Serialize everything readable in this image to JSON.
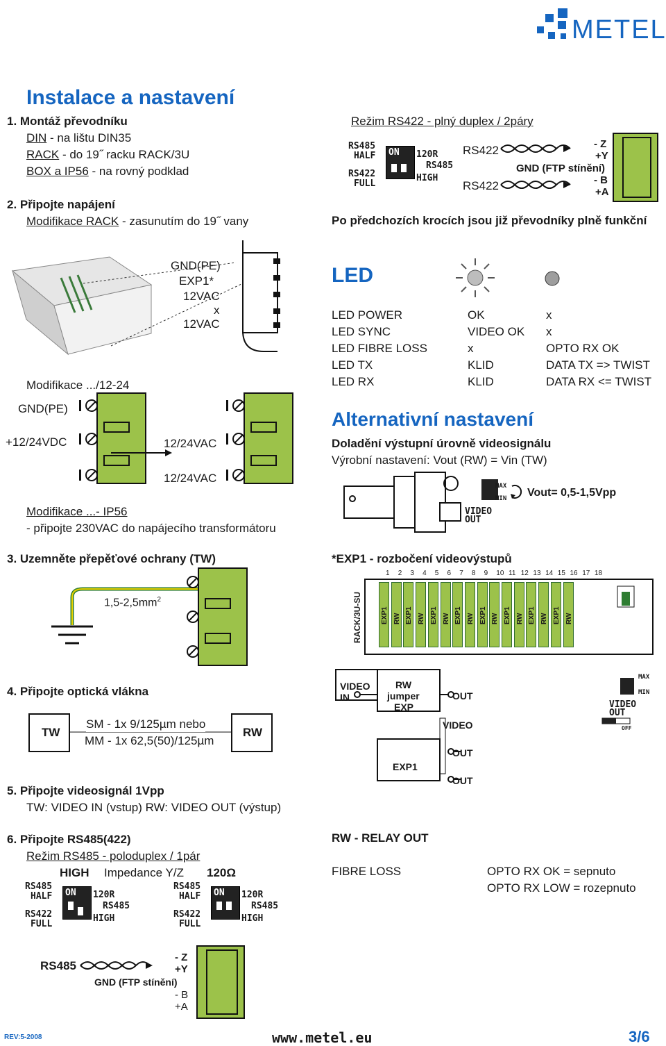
{
  "header": {
    "brand": "METEL"
  },
  "title": "Instalace a nastavení",
  "step1": {
    "heading": "1.  Montáž převodníku",
    "din": "DIN",
    "din_rest": " - na lištu DIN35",
    "rack": "RACK",
    "rack_rest": " - do 19˝ racku RACK/3U",
    "box": "BOX a IP56",
    "box_rest": " - na rovný podklad"
  },
  "step2": {
    "heading": "2.  Připojte napájení",
    "mod_rack": "Modifikace RACK",
    "mod_rack_rest": " - zasunutím do 19˝ vany"
  },
  "rs422_mode": {
    "title": "Režim RS422 - plný duplex / 2páry",
    "rs422_a": "RS422",
    "rs422_b": "RS422",
    "minus_z": "- Z",
    "plus_y": "+Y",
    "gnd": "GND (FTP stínění)",
    "minus_b": "- B",
    "plus_a": "+A",
    "result": "Po předchozích krocích jsou již převodníky plně funkční"
  },
  "dip": {
    "rs485": "RS485",
    "half": "HALF",
    "rs422": "RS422",
    "full": "FULL",
    "on": "ON",
    "r120": "120R",
    "rs485b": "RS485",
    "high": "HIGH"
  },
  "power": {
    "gnd_pe": "GND(PE)",
    "exp1": "EXP1*",
    "vac1": "12VAC",
    "x": "x",
    "vac2": "12VAC",
    "mod_12_24": "Modifikace .../12-24",
    "gnd_pe2": "GND(PE)",
    "vdc": "+12/24VDC",
    "vac24a": "12/24VAC",
    "vac24b": "12/24VAC",
    "mod_ip56": "Modifikace ...- IP56",
    "ip56_note": "- připojte 230VAC do napájecího transformátoru"
  },
  "led": {
    "title": "LED",
    "rows": [
      {
        "name": "LED POWER",
        "on": "OK",
        "off": "x"
      },
      {
        "name": "LED SYNC",
        "on": "VIDEO OK",
        "off": "x"
      },
      {
        "name": "LED FIBRE LOSS",
        "on": "x",
        "off": "OPTO RX OK"
      },
      {
        "name": "LED TX",
        "on": "KLID",
        "off": "DATA TX  => TWIST"
      },
      {
        "name": "LED RX",
        "on": "KLID",
        "off": "DATA RX  <= TWIST"
      }
    ]
  },
  "alt": {
    "title": "Alternativní nastavení",
    "subtitle": "Doladění výstupní úrovně videosignálu",
    "factory": "Výrobní nastavení:  Vout (RW) = Vin (TW)",
    "max": "MAX",
    "min": "MIN",
    "vout": "Vout= 0,5-1,5Vpp",
    "video": "VIDEO",
    "out": "OUT"
  },
  "step3": {
    "heading": "3.  Uzemněte přepěťové ochrany (TW)",
    "wire": "1,5-2,5mm",
    "sup": "2"
  },
  "exp1_split": {
    "title": "*EXP1 - rozbočení videovýstupů",
    "numbers": [
      "1",
      "2",
      "3",
      "4",
      "5",
      "6",
      "7",
      "8",
      "9",
      "10",
      "11",
      "12",
      "13",
      "14",
      "15",
      "16",
      "17",
      "18"
    ],
    "rack_label": "RACK/3U-SU",
    "cards": [
      "EXP1",
      "RW",
      "EXP1",
      "RW",
      "EXP1",
      "RW",
      "EXP1",
      "RW",
      "EXP1",
      "RW",
      "EXP1",
      "RW",
      "EXP1",
      "RW",
      "EXP1",
      "RW"
    ]
  },
  "step4": {
    "heading": "4.  Připojte optická vlákna",
    "tw": "TW",
    "sm": "SM - 1x 9/125µm nebo",
    "mm": "MM - 1x 62,5(50)/125µm",
    "rw": "RW"
  },
  "jumper": {
    "video_in": "VIDEO",
    "in": "IN",
    "rw": "RW",
    "jumper": "jumper",
    "exp": "EXP",
    "out1": "OUT",
    "video": "VIDEO",
    "out2": "OUT",
    "exp1": "EXP1",
    "out3": "OUT",
    "max": "MAX",
    "min": "MIN",
    "video2": "VIDEO",
    "out4": "OUT",
    "off": "OFF"
  },
  "step5": {
    "heading": "5.  Připojte videosignál 1Vpp",
    "text": "TW: VIDEO IN (vstup)    RW: VIDEO OUT (výstup)"
  },
  "step6": {
    "heading": "6.  Připojte RS485(422)",
    "mode": "Režim RS485 - poloduplex / 1pár",
    "high": "HIGH",
    "imp": "Impedance Y/Z",
    "ohm": "120Ω"
  },
  "relay": {
    "title": "RW - RELAY OUT",
    "fibre": "FIBRE LOSS",
    "ok": "OPTO RX OK = sepnuto",
    "low": "OPTO RX LOW = rozepnuto"
  },
  "rs485_wire": {
    "rs485": "RS485",
    "minus_z": "- Z",
    "plus_y": "+Y",
    "gnd": "GND (FTP stínění)",
    "minus_b": "- B",
    "plus_a": "+A"
  },
  "footer": {
    "rev": "REV:5-2008",
    "url": "www.metel.eu",
    "page": "3/6"
  },
  "colors": {
    "accent": "#1565c0",
    "terminal_green": "#9cc24a"
  }
}
